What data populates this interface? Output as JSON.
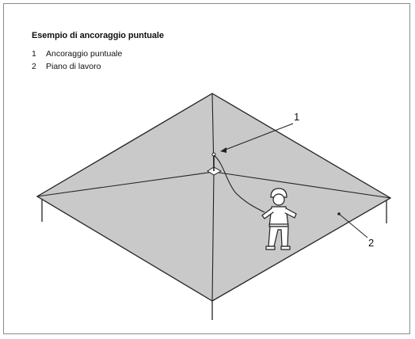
{
  "figure": {
    "title": "Esempio di ancoraggio puntuale",
    "legend": [
      {
        "num": "1",
        "label": "Ancoraggio puntuale"
      },
      {
        "num": "2",
        "label": "Piano di lavoro"
      }
    ],
    "callouts": [
      {
        "num": "1"
      },
      {
        "num": "2"
      }
    ]
  },
  "colors": {
    "roof_fill": "#c9c9c9",
    "line": "#222222",
    "frame_border": "#8a8a8a"
  }
}
